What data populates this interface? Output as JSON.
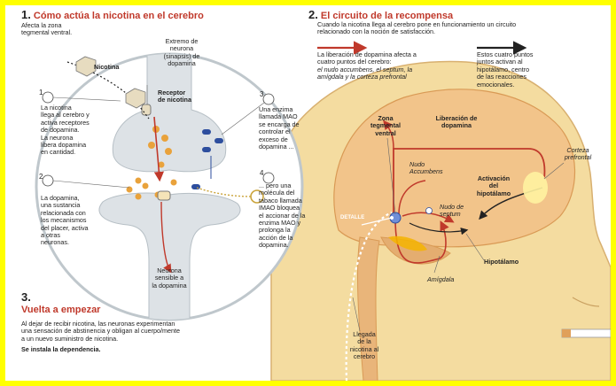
{
  "section1": {
    "number": "1.",
    "title": "Cómo actúa la nicotina en el cerebro",
    "subtitle": "Afecta la zona\ntegmental ventral.",
    "nicotina": "Nicotina",
    "extremo_neurona": "Extremo de\nneurona\n(sinapsis) de\ndopamina",
    "receptor": "Receptor\nde nicotina",
    "step1_num": "1",
    "step1": "La nicotina\nllega al cerebro y\nactiva receptores\nde dopamina.\nLa neurona\nlibera dopamina\nen cantidad.",
    "step2_num": "2",
    "step2": "La dopamina,\nuna sustancia\nrelacionada con\nlos mecanismos\ndel placer, activa\na otras\nneuronas.",
    "step3_num": "3",
    "step3": "Una enzima\nllamada MAO\nse encarga de\ncontrolar el\nexceso de\ndopamina ...",
    "step4_num": "4",
    "step4": "... pero una\nmolécula del\ntabaco llamada\nIMAO bloquea\nel accionar de la\nenzima MAO y\nprolonga la\nacción de la\ndopamina.",
    "neurona_sensible": "Neurona\nsensible a\nla dopamina"
  },
  "section2": {
    "number": "2.",
    "title": "El circuito de la recompensa",
    "intro": "Cuando la nicotina llega al cerebro pone en funcionamiento un circuito\nrelacionado con la noción de satisfacción.",
    "legend_red_plain": "La liberación de dopamina afecta a\ncuatro puntos del cerebro:",
    "legend_red_italic": "el nudo accumbens, el septum, la\namígdala y la corteza prefrontal",
    "legend_black": "Estos cuatro puntos\njuntos activan al\nhipotálamo, centro\nde las reacciones\nemocionales.",
    "zona_tegmental": "Zona\ntegmental\nventral",
    "liberacion": "Liberación de\ndopamina",
    "corteza": "Corteza\nprefrontal",
    "nudo_accumbens": "Nudo\nAccumbens",
    "activacion": "Activación\ndel\nhipotálamo",
    "nudo_septum": "Nudo de\nseptum",
    "detalle": "DETALLE",
    "hipotalamo": "Hipotálamo",
    "amigdala": "Amígdala",
    "llegada": "Llegada\nde la\nnicotina al\ncerebro"
  },
  "section3": {
    "number": "3.",
    "title": "Vuelta a empezar",
    "body": "Al dejar de recibir nicotina, las neuronas experimentan\nuna sensación de abstinencia y obligan al cuerpo/mente\na un nuevo suministro de nicotina.",
    "bold": "Se instala la dependencia."
  },
  "colors": {
    "frame": "#ffff00",
    "skin": "#f4dca0",
    "brain": "#f2c48a",
    "synapse": "#dde2e6",
    "dopamine": "#e9a23b",
    "red": "#c0392b",
    "blue": "#2d4e9e"
  }
}
